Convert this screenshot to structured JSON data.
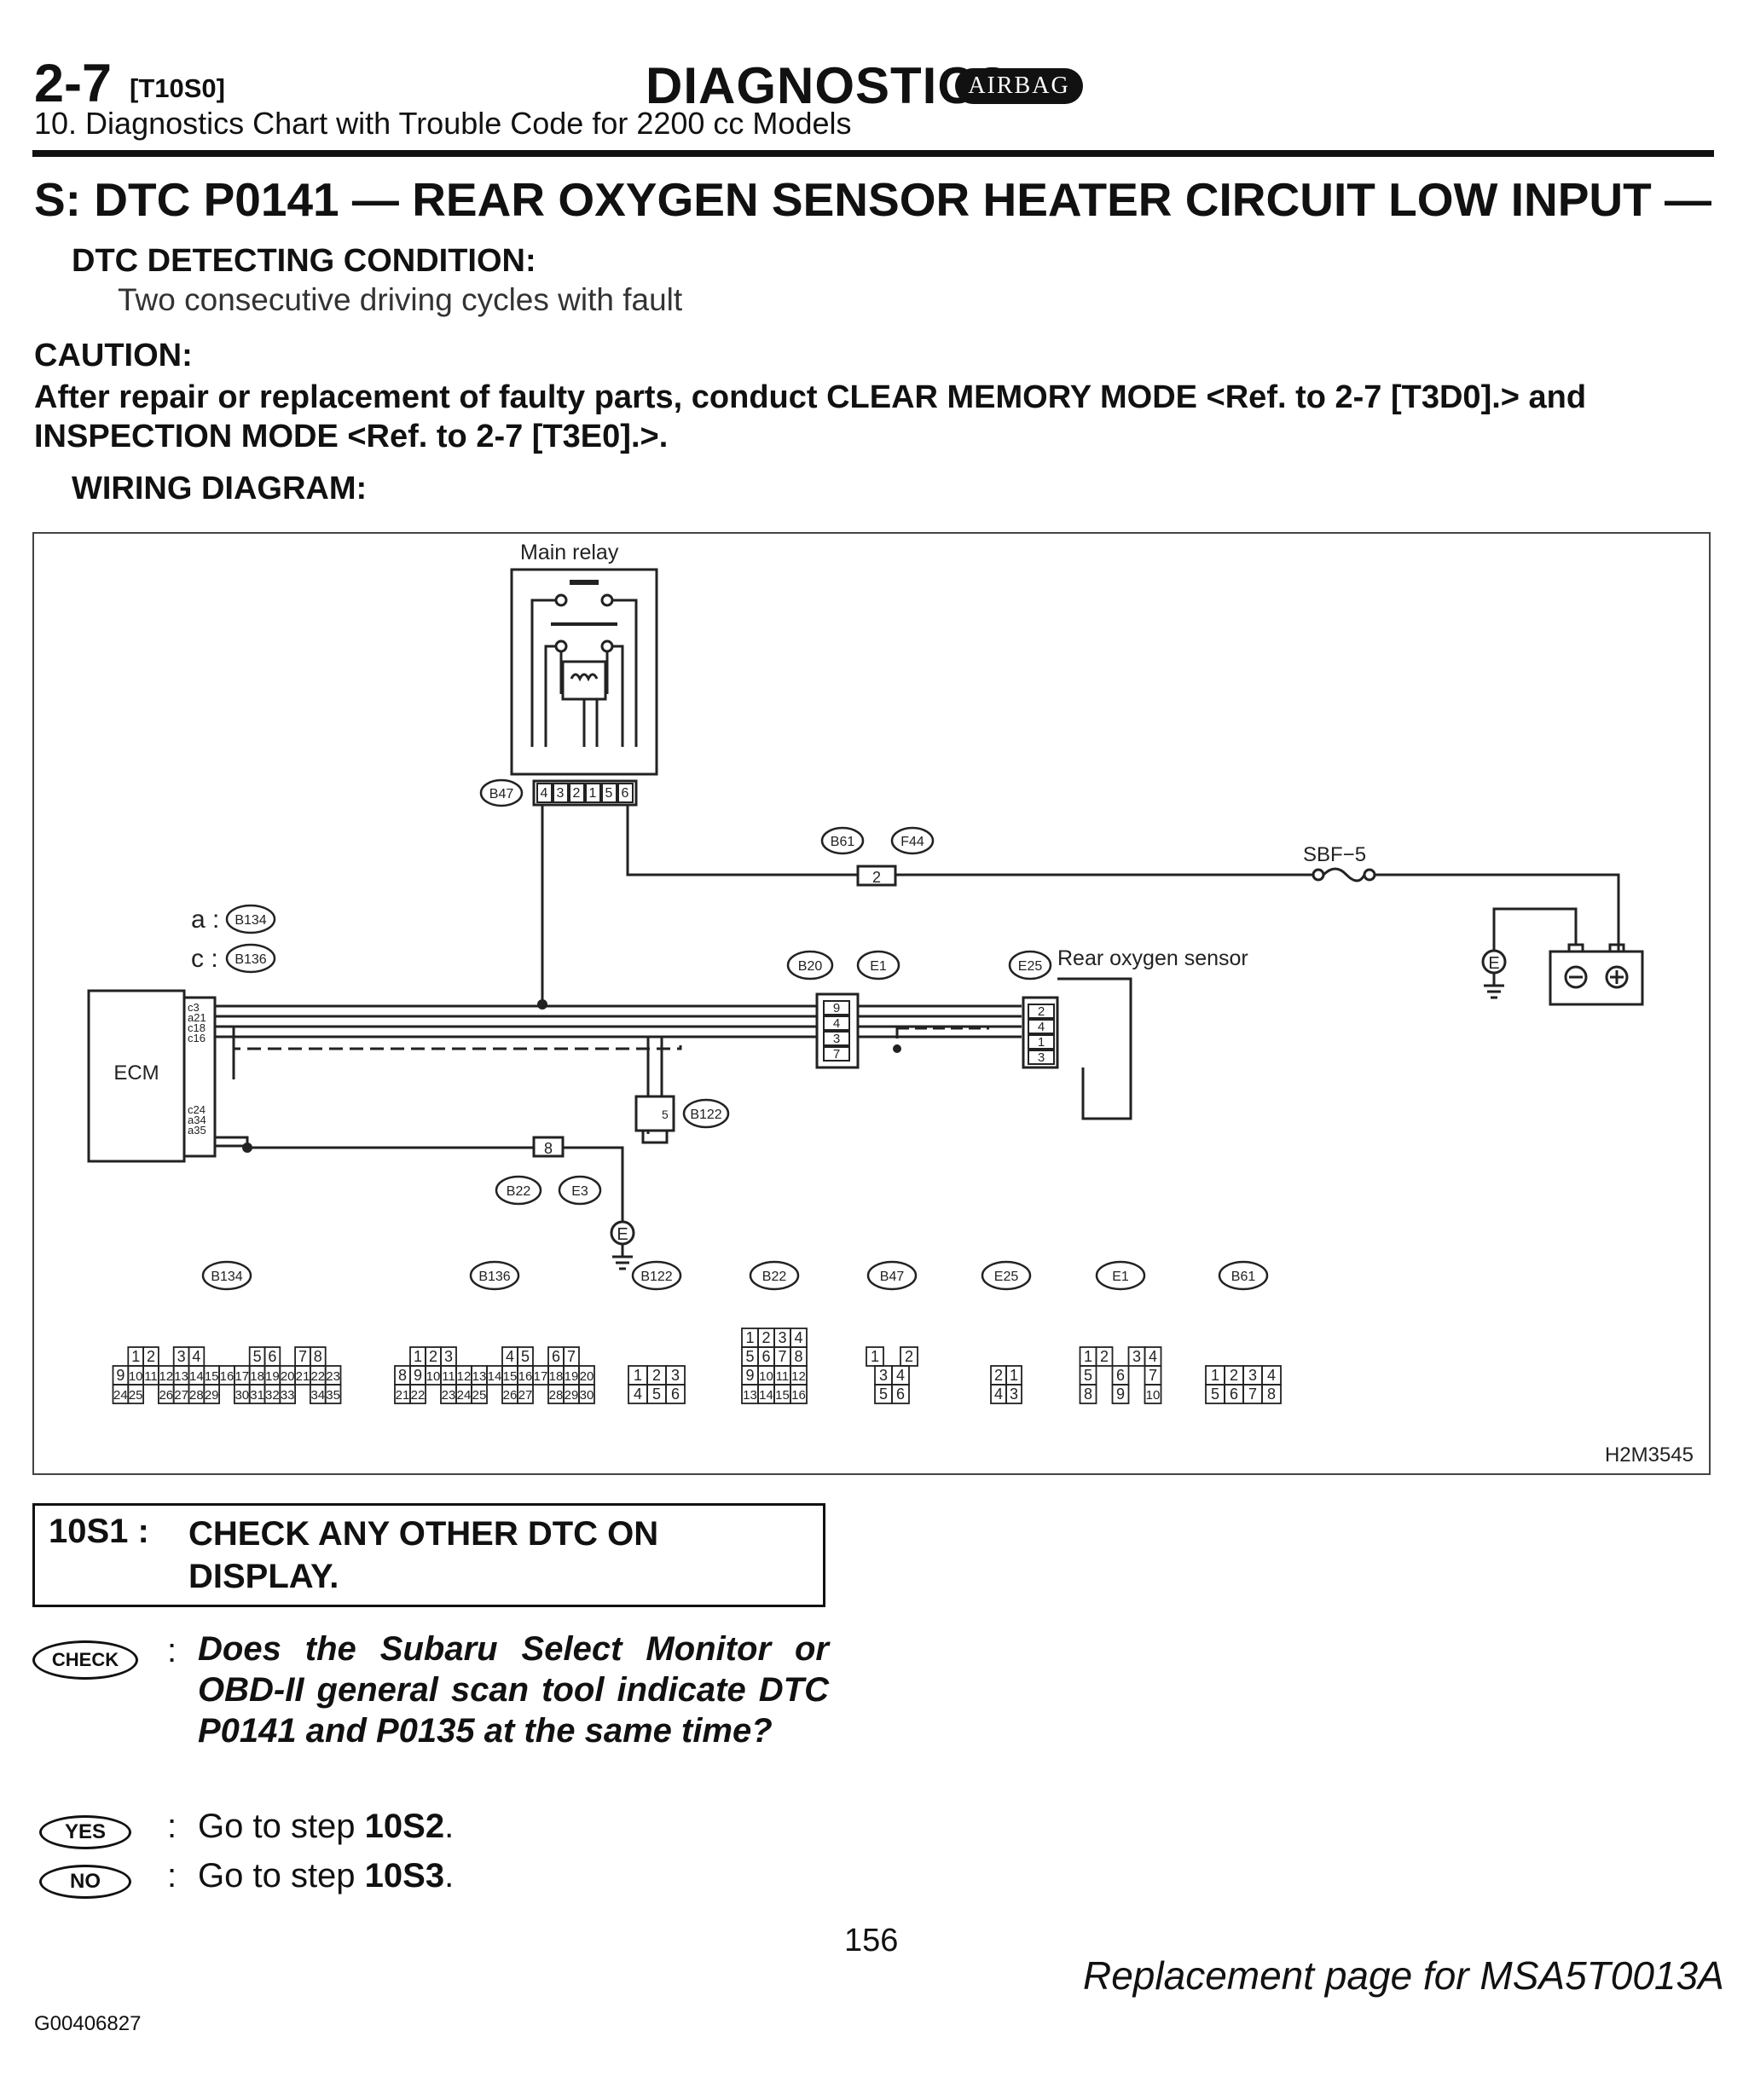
{
  "header": {
    "section": "2-7",
    "code": "[T10S0]",
    "chapter": "DIAGNOSTICS",
    "badge": "AIRBAG",
    "subtitle": "10. Diagnostics Chart with Trouble Code for 2200 cc Models"
  },
  "title": "S: DTC P0141 — REAR OXYGEN SENSOR HEATER CIRCUIT LOW INPUT —",
  "detecting": {
    "heading": "DTC DETECTING CONDITION:",
    "text": "Two consecutive driving cycles with fault"
  },
  "caution": {
    "heading": "CAUTION:",
    "text": "After repair or replacement of faulty parts, conduct CLEAR MEMORY MODE <Ref. to 2-7 [T3D0].> and INSPECTION MODE <Ref. to 2-7 [T3E0].>."
  },
  "wiring_heading": "WIRING DIAGRAM:",
  "diagram": {
    "main_relay": "Main relay",
    "sbf": "SBF−5",
    "sensor": "Rear oxygen sensor",
    "ecm": "ECM",
    "legend_a": "a :",
    "legend_c": "c :",
    "earth": "E",
    "figure_id": "H2M3545",
    "ecm_pins": [
      "c3",
      "a21",
      "c18",
      "c16",
      "c24",
      "a34",
      "a35"
    ],
    "relay_pins": [
      "4",
      "3",
      "2",
      "1",
      "5",
      "6"
    ],
    "e1_pins": [
      "9",
      "4",
      "3",
      "7"
    ],
    "e25_pins": [
      "2",
      "4",
      "1",
      "3"
    ],
    "b61_pin": "2",
    "b22_pin": "8",
    "b122_pin": "5",
    "connector_labels": {
      "B47": "B47",
      "B61": "B61",
      "F44": "F44",
      "B134": "B134",
      "B136": "B136",
      "B20": "B20",
      "E1": "E1",
      "E25": "E25",
      "B122": "B122",
      "B22": "B22",
      "E3": "E3"
    },
    "faces": {
      "B134": [
        [
          "1",
          "2",
          "",
          "3",
          "4",
          "",
          "",
          "",
          "5",
          "6",
          "",
          "7",
          "8"
        ],
        [
          "9",
          "10",
          "11",
          "12",
          "13",
          "14",
          "15",
          "16",
          "17",
          "18",
          "19",
          "20",
          "21",
          "22",
          "23"
        ],
        [
          "24",
          "25",
          "",
          "26",
          "27",
          "28",
          "29",
          "",
          "30",
          "31",
          "32",
          "33",
          "",
          "34",
          "35"
        ]
      ],
      "B136": [
        [
          "1",
          "2",
          "3",
          "",
          "",
          "",
          "4",
          "5",
          "",
          "6",
          "7"
        ],
        [
          "8",
          "9",
          "10",
          "11",
          "12",
          "13",
          "14",
          "15",
          "16",
          "17",
          "18",
          "19",
          "20"
        ],
        [
          "21",
          "22",
          "",
          "23",
          "24",
          "25",
          "",
          "26",
          "27",
          "",
          "28",
          "29",
          "30"
        ]
      ],
      "B122": [
        [
          "1",
          "2",
          "3"
        ],
        [
          "4",
          "5",
          "6"
        ]
      ],
      "B22": [
        [
          "1",
          "2",
          "3",
          "4"
        ],
        [
          "5",
          "6",
          "7",
          "8"
        ],
        [
          "9",
          "10",
          "11",
          "12"
        ],
        [
          "13",
          "14",
          "15",
          "16"
        ]
      ],
      "B47": [
        [
          "1",
          "",
          "2"
        ],
        [
          "3",
          "4"
        ],
        [
          "5",
          "6"
        ]
      ],
      "E25": [
        [
          "2",
          "1"
        ],
        [
          "4",
          "3"
        ]
      ],
      "E1": [
        [
          "1",
          "2",
          "",
          "3",
          "4"
        ],
        [
          "5",
          "",
          "6",
          "",
          "7"
        ],
        [
          "8",
          "",
          "9",
          "",
          "10"
        ]
      ],
      "B61": [
        [
          "1",
          "2",
          "3",
          "4"
        ],
        [
          "5",
          "6",
          "7",
          "8"
        ]
      ]
    }
  },
  "step": {
    "number": "10S1 :",
    "title": "CHECK ANY OTHER DTC ON DISPLAY.",
    "check_label": "CHECK",
    "question": "Does the Subaru Select Monitor or OBD-II general scan tool indicate DTC P0141 and P0135 at the same time?",
    "yes_label": "YES",
    "yes_text": "Go to step ",
    "yes_step": "10S2",
    "no_label": "NO",
    "no_text": "Go to step ",
    "no_step": "10S3"
  },
  "footer": {
    "page": "156",
    "replacement": "Replacement page for MSA5T0013A",
    "doc_code": "G00406827"
  }
}
